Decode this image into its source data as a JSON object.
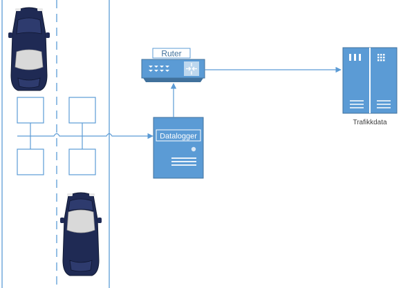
{
  "diagram": {
    "router": {
      "label": "Ruter"
    },
    "datalogger": {
      "label": "Datalogger"
    },
    "server": {
      "label": "Trafikkdata"
    }
  },
  "colors": {
    "line": "#5b9bd5",
    "device_fill": "#5b9bd5",
    "device_dark": "#41719c",
    "car_body": "#1f2a54",
    "car_roof": "#d9d9d9"
  }
}
